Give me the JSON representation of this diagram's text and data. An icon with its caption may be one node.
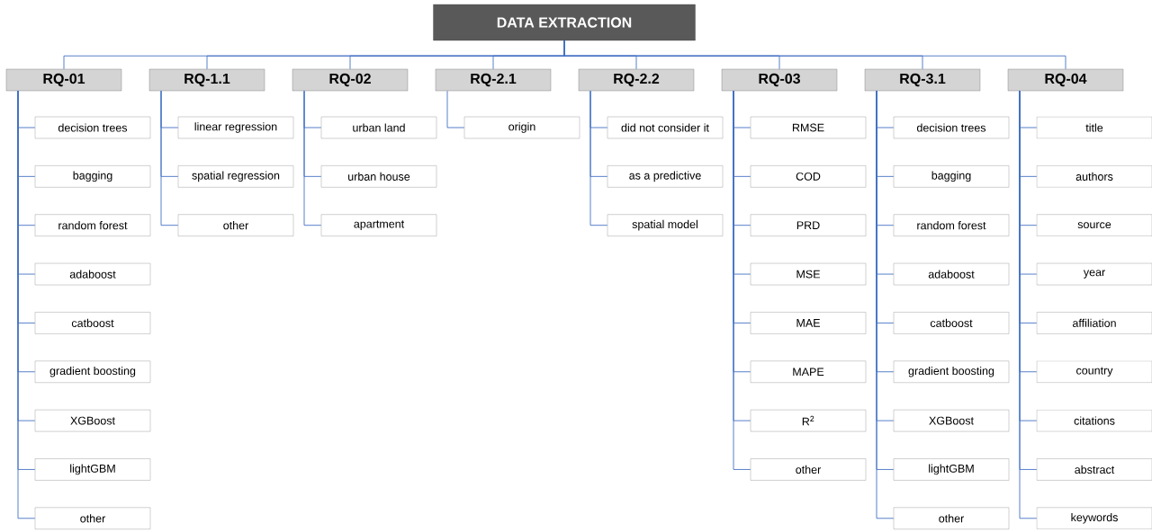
{
  "diagram": {
    "nodes": [
      {
        "text": [
          "DATA EXTRACTION"
        ]
      },
      {
        "text": [
          "RQ-01"
        ]
      },
      {
        "text": [
          "decision trees"
        ]
      },
      {
        "text": [
          "bagging"
        ]
      },
      {
        "text": [
          "random forest"
        ]
      },
      {
        "text": [
          "adaboost"
        ]
      },
      {
        "text": [
          "catboost"
        ]
      },
      {
        "text": [
          "gradient boosting"
        ]
      },
      {
        "text": [
          "XGBoost"
        ]
      },
      {
        "text": [
          "lightGBM"
        ]
      },
      {
        "text": [
          "other"
        ]
      },
      {
        "text": [
          "RQ-1.1"
        ]
      },
      {
        "text": [
          "linear regression"
        ]
      },
      {
        "text": [
          "spatial regression"
        ]
      },
      {
        "text": [
          "other"
        ]
      },
      {
        "text": [
          "RQ-02"
        ]
      },
      {
        "text": [
          "urban land"
        ]
      },
      {
        "text": [
          "urban house"
        ]
      },
      {
        "text": [
          "apartment"
        ]
      },
      {
        "text": [
          "RQ-2.1"
        ]
      },
      {
        "text": [
          "origin"
        ]
      },
      {
        "text": [
          "RQ-2.2"
        ]
      },
      {
        "text": [
          "did not consider it"
        ]
      },
      {
        "text": [
          "as a predictive"
        ]
      },
      {
        "text": [
          "spatial model"
        ]
      },
      {
        "text": [
          "RQ-03"
        ]
      },
      {
        "text": [
          "RMSE"
        ]
      },
      {
        "text": [
          "COD"
        ]
      },
      {
        "text": [
          "PRD"
        ]
      },
      {
        "text": [
          "MSE"
        ]
      },
      {
        "text": [
          "MAE"
        ]
      },
      {
        "text": [
          "MAPE"
        ]
      },
      {
        "text": [
          "R$^{2}$"
        ]
      },
      {
        "text": [
          "other"
        ]
      },
      {
        "text": [
          "RQ-3.1"
        ]
      },
      {
        "text": [
          "decision trees"
        ]
      },
      {
        "text": [
          "bagging"
        ]
      },
      {
        "text": [
          "random forest"
        ]
      },
      {
        "text": [
          "adaboost"
        ]
      },
      {
        "text": [
          "catboost"
        ]
      },
      {
        "text": [
          "gradient boosting"
        ]
      },
      {
        "text": [
          "XGBoost"
        ]
      },
      {
        "text": [
          "lightGBM"
        ]
      },
      {
        "text": [
          "other"
        ]
      },
      {
        "text": [
          "RQ-04"
        ]
      },
      {
        "text": [
          "title"
        ]
      },
      {
        "text": [
          "authors"
        ]
      },
      {
        "text": [
          "source"
        ]
      },
      {
        "text": [
          "year"
        ]
      },
      {
        "text": [
          "affiliation"
        ]
      },
      {
        "text": [
          "country"
        ]
      },
      {
        "text": [
          "citations"
        ]
      },
      {
        "text": [
          "abstract"
        ]
      },
      {
        "text": [
          "keywords"
        ]
      }
    ],
    "edges": [
      {
        "from": 0,
        "to": 1,
        "arrow": "none"
      },
      {
        "from": 0,
        "to": 11,
        "arrow": "none"
      },
      {
        "from": 0,
        "to": 15,
        "arrow": "none"
      },
      {
        "from": 0,
        "to": 19,
        "arrow": "none"
      },
      {
        "from": 0,
        "to": 21,
        "arrow": "none"
      },
      {
        "from": 0,
        "to": 25,
        "arrow": "none"
      },
      {
        "from": 0,
        "to": 34,
        "arrow": "none"
      },
      {
        "from": 0,
        "to": 44,
        "arrow": "none"
      },
      {
        "from": 1,
        "to": 2,
        "arrow": "none"
      },
      {
        "from": 1,
        "to": 3,
        "arrow": "none"
      },
      {
        "from": 1,
        "to": 4,
        "arrow": "none"
      },
      {
        "from": 1,
        "to": 5,
        "arrow": "none"
      },
      {
        "from": 1,
        "to": 6,
        "arrow": "none"
      },
      {
        "from": 1,
        "to": 7,
        "arrow": "none"
      },
      {
        "from": 1,
        "to": 8,
        "arrow": "none"
      },
      {
        "from": 1,
        "to": 9,
        "arrow": "none"
      },
      {
        "from": 1,
        "to": 10,
        "arrow": "none"
      },
      {
        "from": 11,
        "to": 12,
        "arrow": "none"
      },
      {
        "from": 11,
        "to": 13,
        "arrow": "none"
      },
      {
        "from": 11,
        "to": 14,
        "arrow": "none"
      },
      {
        "from": 15,
        "to": 16,
        "arrow": "none"
      },
      {
        "from": 15,
        "to": 17,
        "arrow": "none"
      },
      {
        "from": 15,
        "to": 18,
        "arrow": "none"
      },
      {
        "from": 19,
        "to": 20,
        "arrow": "none"
      },
      {
        "from": 21,
        "to": 22,
        "arrow": "none"
      },
      {
        "from": 21,
        "to": 23,
        "arrow": "none"
      },
      {
        "from": 21,
        "to": 24,
        "arrow": "none"
      },
      {
        "from": 25,
        "to": 26,
        "arrow": "none"
      },
      {
        "from": 25,
        "to": 27,
        "arrow": "none"
      },
      {
        "from": 25,
        "to": 28,
        "arrow": "none"
      },
      {
        "from": 25,
        "to": 29,
        "arrow": "none"
      },
      {
        "from": 25,
        "to": 30,
        "arrow": "none"
      },
      {
        "from": 25,
        "to": 31,
        "arrow": "none"
      },
      {
        "from": 25,
        "to": 32,
        "arrow": "none"
      },
      {
        "from": 25,
        "to": 33,
        "arrow": "none"
      },
      {
        "from": 34,
        "to": 35,
        "arrow": "none"
      },
      {
        "from": 34,
        "to": 36,
        "arrow": "none"
      },
      {
        "from": 34,
        "to": 37,
        "arrow": "none"
      },
      {
        "from": 34,
        "to": 38,
        "arrow": "none"
      },
      {
        "from": 34,
        "to": 39,
        "arrow": "none"
      },
      {
        "from": 34,
        "to": 40,
        "arrow": "none"
      },
      {
        "from": 34,
        "to": 41,
        "arrow": "none"
      },
      {
        "from": 34,
        "to": 42,
        "arrow": "none"
      },
      {
        "from": 34,
        "to": 43,
        "arrow": "none"
      },
      {
        "from": 44,
        "to": 45,
        "arrow": "none"
      },
      {
        "from": 44,
        "to": 46,
        "arrow": "none"
      },
      {
        "from": 44,
        "to": 47,
        "arrow": "none"
      },
      {
        "from": 44,
        "to": 48,
        "arrow": "none"
      },
      {
        "from": 44,
        "to": 49,
        "arrow": "none"
      },
      {
        "from": 44,
        "to": 50,
        "arrow": "none"
      },
      {
        "from": 44,
        "to": 51,
        "arrow": "none"
      },
      {
        "from": 44,
        "to": 52,
        "arrow": "none"
      },
      {
        "from": 44,
        "to": 53,
        "arrow": "none"
      }
    ]
  }
}
